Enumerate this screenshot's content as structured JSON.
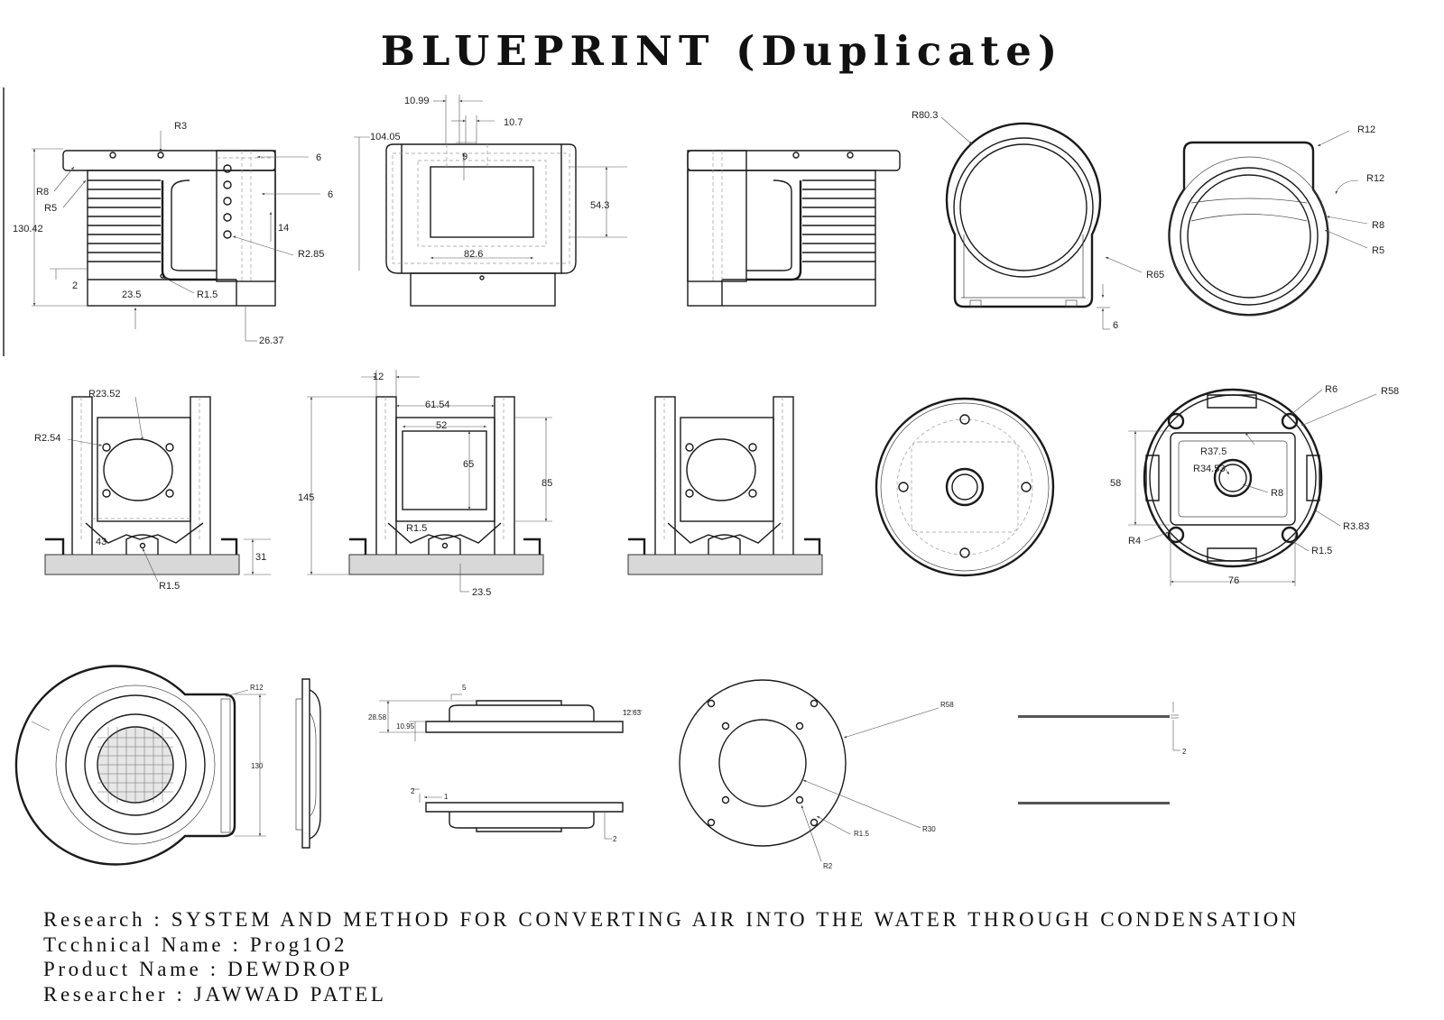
{
  "title": "BLUEPRINT (Duplicate)",
  "footer": {
    "research": "Research : SYSTEM AND METHOD FOR CONVERTING AIR INTO THE WATER THROUGH CONDENSATION",
    "technical_name": "Tcchnical Name : Prog1O2",
    "product_name": "Product Name : DEWDROP",
    "researcher": "Researcher : JAWWAD PATEL"
  },
  "views": {
    "side_left": {
      "r3": "R3",
      "r8": "R8",
      "r5": "R5",
      "h": "130.42",
      "d6a": "6",
      "d6b": "6",
      "d14": "14",
      "r285": "R2.85",
      "d2": "2",
      "d235": "23.5",
      "r15": "R1.5",
      "d2637": "26.37"
    },
    "front": {
      "d1099": "10.99",
      "d107": "10.7",
      "d10405": "104.05",
      "d9": "9",
      "d543": "54.3",
      "d826": "82.6"
    },
    "top_ring": {
      "r803": "R80.3",
      "r65": "R65",
      "d6": "6"
    },
    "bottom_ring": {
      "r12a": "R12",
      "r12b": "R12",
      "r8": "R8",
      "r5": "R5"
    },
    "section_left": {
      "r2352": "R23.52",
      "r254": "R2.54",
      "d43": "43",
      "d31": "31",
      "r15": "R1.5"
    },
    "section_mid": {
      "d12": "12",
      "d6154": "61.54",
      "d52": "52",
      "d65": "65",
      "d85": "85",
      "d145": "145",
      "r15": "R1.5",
      "d235": "23.5"
    },
    "base_plan": {
      "r6": "R6",
      "r58": "R58",
      "r375": "R37.5",
      "r3453": "R34.53",
      "r8": "R8",
      "d58": "58",
      "r4": "R4",
      "r383": "R3.83",
      "r15": "R1.5",
      "d76": "76"
    },
    "cap": {
      "r12": "R12",
      "d130": "130"
    },
    "lid_side": {
      "d5": "5",
      "d2858": "28.58",
      "d1095": "10.95",
      "d1263": "12.63",
      "d2a": "2",
      "d1": "1",
      "d2b": "2"
    },
    "ring_plate": {
      "r58": "R58",
      "r15": "R1.5",
      "r30": "R30",
      "r2": "R2"
    },
    "rods": {
      "d2": "2"
    }
  }
}
